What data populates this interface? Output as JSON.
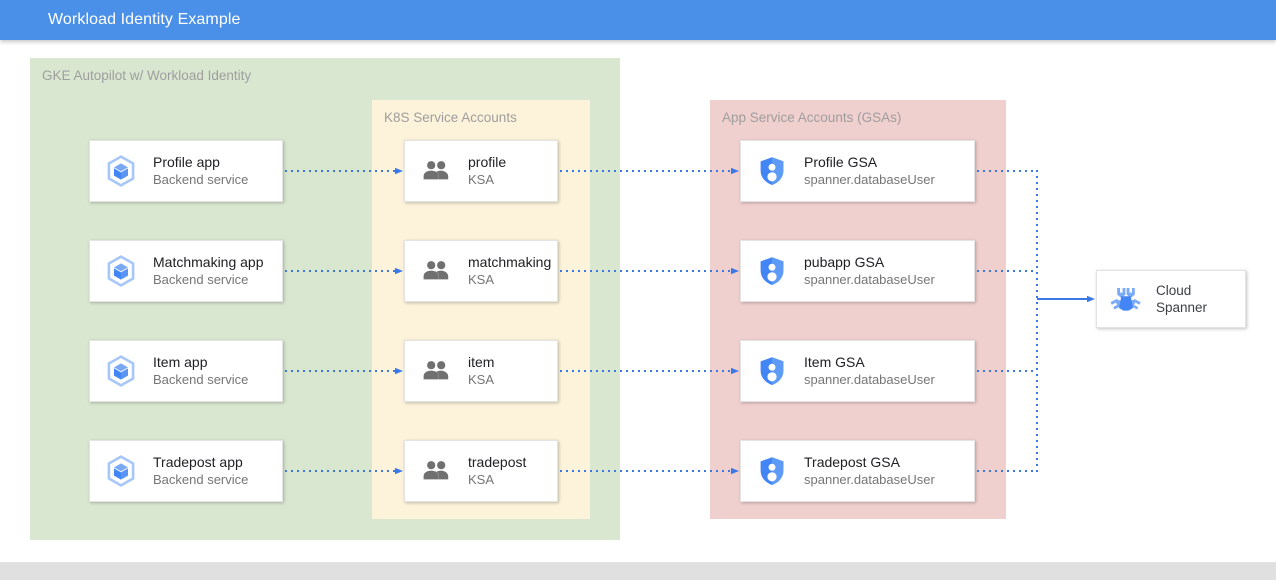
{
  "appbar": {
    "title": "Workload Identity Example"
  },
  "groups": {
    "gke": {
      "label": "GKE Autopilot w/ Workload Identity",
      "color": "#d9e7d0"
    },
    "ksa": {
      "label": "K8S Service Accounts",
      "color": "#fcf3da"
    },
    "gsa": {
      "label": "App Service Accounts (GSAs)",
      "color": "#f0cfcf"
    }
  },
  "colors": {
    "appbar": "#4a90e8",
    "connector": "#3b78e7",
    "icon_blue": "#4285f4",
    "icon_blue_light": "#a7c7f9",
    "icon_gray": "#757575",
    "bottom_strip": "#e0e0e0"
  },
  "apps": [
    {
      "title": "Profile app",
      "subtitle": "Backend service",
      "icon": "gke-pod-icon"
    },
    {
      "title": "Matchmaking app",
      "subtitle": "Backend service",
      "icon": "gke-pod-icon"
    },
    {
      "title": "Item app",
      "subtitle": "Backend service",
      "icon": "gke-pod-icon"
    },
    {
      "title": "Tradepost app",
      "subtitle": "Backend service",
      "icon": "gke-pod-icon"
    }
  ],
  "ksas": [
    {
      "title": "profile",
      "subtitle": "KSA",
      "icon": "people-group-icon"
    },
    {
      "title": "matchmaking",
      "subtitle": "KSA",
      "icon": "people-group-icon"
    },
    {
      "title": "item",
      "subtitle": "KSA",
      "icon": "people-group-icon"
    },
    {
      "title": "tradepost",
      "subtitle": "KSA",
      "icon": "people-group-icon"
    }
  ],
  "gsas": [
    {
      "title": "Profile GSA",
      "subtitle": "spanner.databaseUser",
      "icon": "shield-account-icon"
    },
    {
      "title": "pubapp GSA",
      "subtitle": "spanner.databaseUser",
      "icon": "shield-account-icon"
    },
    {
      "title": "Item GSA",
      "subtitle": "spanner.databaseUser",
      "icon": "shield-account-icon"
    },
    {
      "title": "Tradepost GSA",
      "subtitle": "spanner.databaseUser",
      "icon": "shield-account-icon"
    }
  ],
  "database": {
    "title": "Cloud\nSpanner",
    "icon": "cloud-spanner-icon"
  }
}
